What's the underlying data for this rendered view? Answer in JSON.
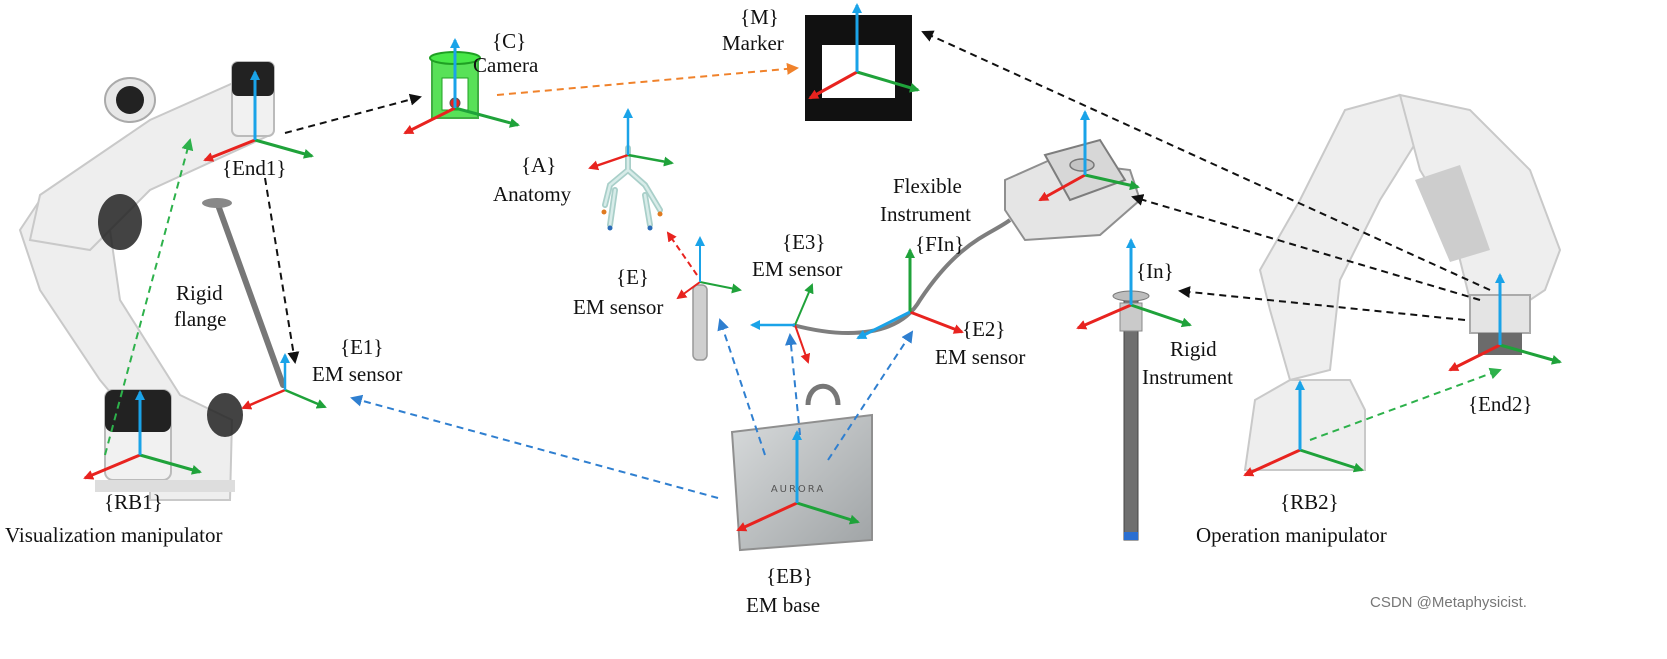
{
  "frames": {
    "rb1": "{RB1}",
    "end1": "{End1}",
    "c": "{C}",
    "m": "{M}",
    "a": "{A}",
    "e": "{E}",
    "e1": "{E1}",
    "e3": "{E3}",
    "fin": "{FIn}",
    "e2": "{E2}",
    "in": "{In}",
    "end2": "{End2}",
    "rb2": "{RB2}",
    "eb": "{EB}"
  },
  "labels": {
    "visualization_manipulator": "Visualization manipulator",
    "camera": "Camera",
    "marker": "Marker",
    "anatomy": "Anatomy",
    "em_sensor": "EM sensor",
    "rigid": "Rigid",
    "flange": "flange",
    "flexible": "Flexible",
    "instrument": "Instrument",
    "rigid_instrument_1": "Rigid",
    "rigid_instrument_2": "Instrument",
    "operation_manipulator": "Operation manipulator",
    "em_base": "EM base",
    "em_base_brand": "AURORA",
    "watermark": "CSDN @Metaphysicist."
  },
  "colors": {
    "axis_x": "#e8231f",
    "axis_y": "#1fa23a",
    "axis_z": "#1aa3e8",
    "link_black": "#111111",
    "link_green": "#2db14b",
    "link_blue": "#2f7fd0",
    "link_orange": "#f0822b"
  }
}
